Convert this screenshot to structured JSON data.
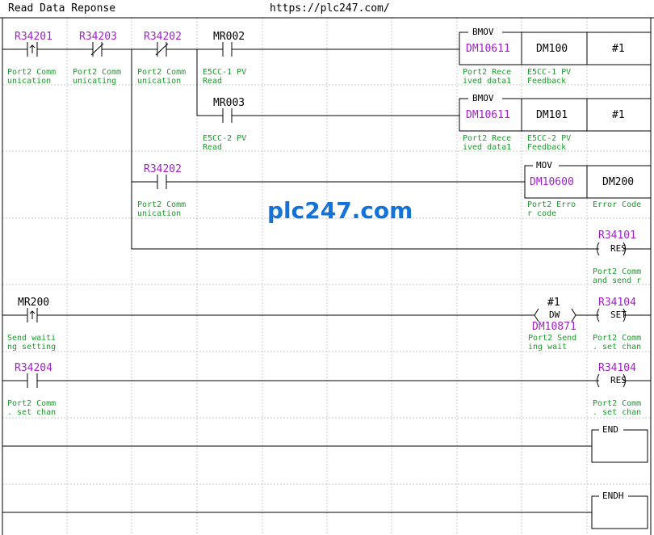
{
  "header": {
    "title": "Read Data Reponse",
    "url": "https://plc247.com/"
  },
  "watermark": "plc247.com",
  "colors": {
    "device": "#a020c8",
    "comment": "#1a9a2a",
    "line": "#000000",
    "grid": "#c8c8c8"
  },
  "rung1": {
    "contacts": [
      {
        "name": "R34201",
        "type": "rising-edge-contact",
        "comment1": "Port2 Comm",
        "comment2": "unication"
      },
      {
        "name": "R34203",
        "type": "nc-contact",
        "comment1": "Port2 Comm",
        "comment2": "unicating"
      },
      {
        "name": "R34202",
        "type": "nc-contact",
        "comment1": "Port2 Comm",
        "comment2": "unication"
      },
      {
        "name": "MR002",
        "type": "no-contact",
        "comment1": "E5CC-1 PV",
        "comment2": "Read"
      },
      {
        "name": "MR003",
        "type": "no-contact",
        "comment1": "E5CC-2 PV",
        "comment2": "Read"
      },
      {
        "name": "R34202",
        "type": "no-contact",
        "comment1": "Port2 Comm",
        "comment2": "unication"
      }
    ],
    "bmov1": {
      "fn": "BMOV",
      "op1": "DM10611",
      "op2": "DM100",
      "op3": "#1",
      "c1a": "Port2 Rece",
      "c1b": "ived data1",
      "c2a": "E5CC-1 PV",
      "c2b": "Feedback"
    },
    "bmov2": {
      "fn": "BMOV",
      "op1": "DM10611",
      "op2": "DM101",
      "op3": "#1",
      "c1a": "Port2 Rece",
      "c1b": "ived data1",
      "c2a": "E5CC-2 PV",
      "c2b": "Feedback"
    },
    "mov": {
      "fn": "MOV",
      "op1": "DM10600",
      "op2": "DM200",
      "c1a": "Port2 Erro",
      "c1b": "r code",
      "c2a": "Error Code"
    },
    "res": {
      "device": "R34101",
      "fn": "RES",
      "c1": "Port2 Comm",
      "c2": "and send r"
    }
  },
  "rung2": {
    "contact": {
      "name": "MR200",
      "comment1": "Send waiti",
      "comment2": "ng setting"
    },
    "dw": {
      "value": "#1",
      "fn": "DW",
      "device": "DM10871",
      "c1": "Port2 Send",
      "c2": "ing wait"
    },
    "set": {
      "device": "R34104",
      "fn": "SET",
      "c1": "Port2 Comm",
      "c2": ". set chan"
    }
  },
  "rung3": {
    "contact": {
      "name": "R34204",
      "comment1": "Port2 Comm",
      "comment2": ". set chan"
    },
    "res": {
      "device": "R34104",
      "fn": "RES",
      "c1": "Port2 Comm",
      "c2": ". set chan"
    }
  },
  "end": {
    "fn": "END"
  },
  "endh": {
    "fn": "ENDH"
  }
}
